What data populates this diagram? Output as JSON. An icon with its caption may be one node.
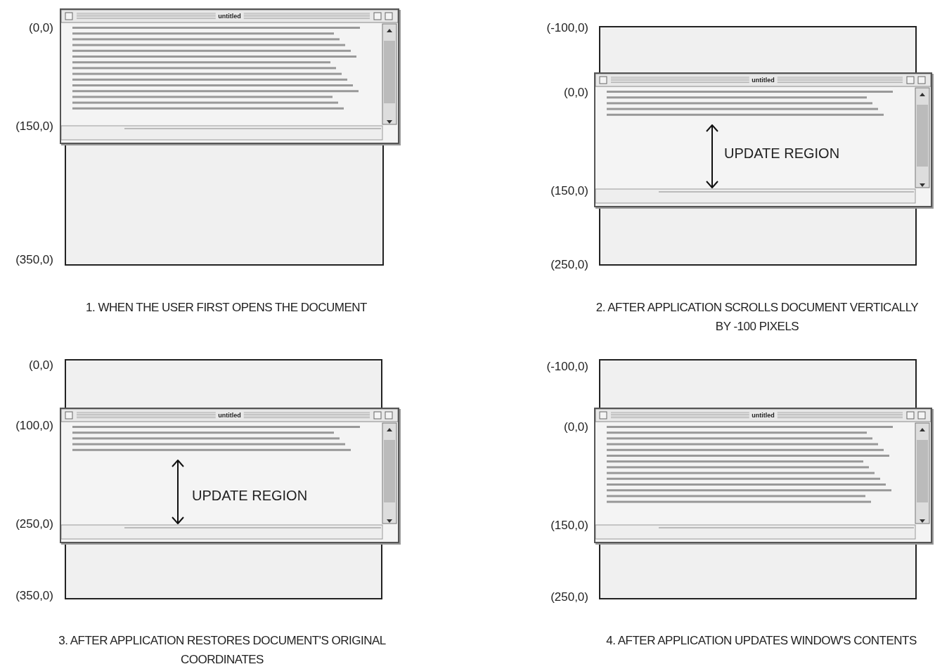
{
  "diagram": {
    "labels": [
      "(0,0)",
      "(150,0)",
      "(350,0)",
      "untitled",
      "1. WHEN THE USER FIRST OPENS THE DOCUMENT",
      "(-100,0)",
      "(0,0)",
      "(150,0)",
      "(250,0)",
      "untitled",
      "UPDATE REGION",
      "2. AFTER APPLICATION SCROLLS DOCUMENT VERTICALLY BY -100 PIXELS",
      "(0,0)",
      "(100,0)",
      "(250,0)",
      "(350,0)",
      "untitled",
      "UPDATE REGION",
      "3. AFTER APPLICATION RESTORES DOCUMENT'S ORIGINAL COORDINATES",
      "(-100,0)",
      "(0,0)",
      "(150,0)",
      "(250,0)",
      "untitled",
      "4. AFTER APPLICATION UPDATES WINDOW'S CONTENTS"
    ]
  }
}
